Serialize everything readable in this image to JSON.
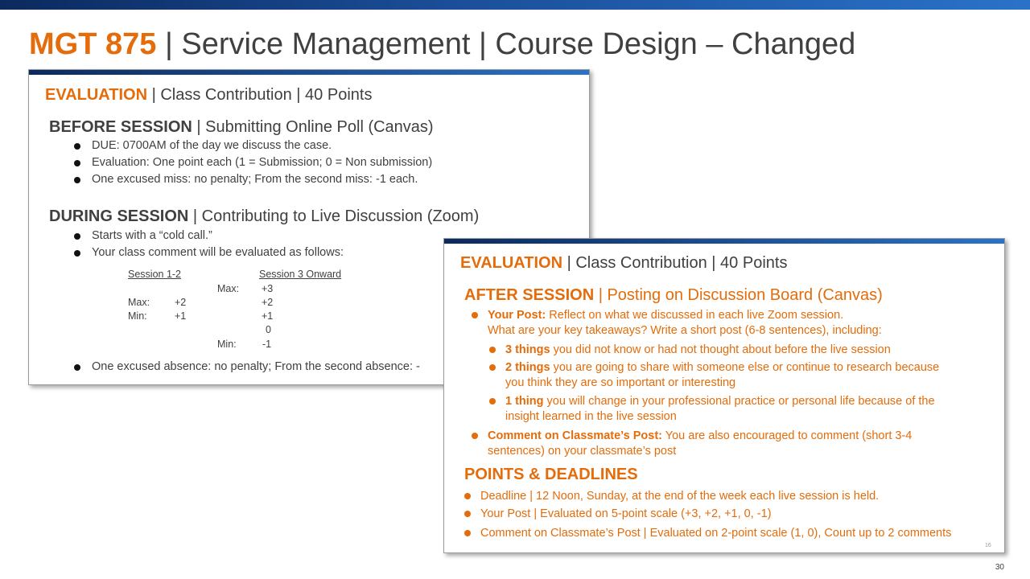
{
  "page": {
    "title_code": "MGT 875",
    "title_rest": " | Service Management | Course Design – Changed",
    "page_number": "30"
  },
  "slide_a": {
    "eval_label": "EVALUATION",
    "eval_rest": " | Class Contribution | 40 Points",
    "before_label": "BEFORE SESSION",
    "before_rest": " | Submitting Online Poll (Canvas)",
    "before_bullets": [
      "DUE: 0700AM of the day we discuss the case.",
      "Evaluation: One point each (1 = Submission; 0 = Non submission)",
      "One excused miss: no penalty; From the second miss: -1 each."
    ],
    "during_label": "DURING SESSION",
    "during_rest": " | Contributing to Live Discussion (Zoom)",
    "during_bullets": [
      "Starts with a “cold call.”",
      "Your class comment will be evaluated as follows:"
    ],
    "table": {
      "col1_header": "Session 1-2",
      "col2_header": "Session 3 Onward",
      "max_label": "Max:",
      "min_label": "Min:",
      "c1_max": "+2",
      "c1_min": "+1",
      "c2_values": [
        "+3",
        "+2",
        "+1",
        "0",
        "-1"
      ]
    },
    "last_bullet": "One excused absence: no penalty; From the second absence: -"
  },
  "slide_b": {
    "eval_label": "EVALUATION",
    "eval_rest": " | Class Contribution | 40 Points",
    "after_label": "AFTER SESSION",
    "after_rest": " | Posting on Discussion Board (Canvas)",
    "your_post_label": "Your Post:",
    "your_post_line1": " Reflect on what we discussed in each live Zoom session.",
    "your_post_line2": "What are your key takeaways? Write a short post (6-8 sentences), including:",
    "sub1_bold": "3 things",
    "sub1_rest": " you did not know or had not thought about before the live session",
    "sub2_bold": "2 things",
    "sub2_rest": " you are going to share with someone else or continue to research because",
    "sub2_line2": "you think they are so important or interesting",
    "sub3_bold": "1 thing",
    "sub3_rest": " you will change in your professional practice or personal life because of the",
    "sub3_line2": "insight learned in the live session",
    "comment_label": "Comment on Classmate’s Post:",
    "comment_rest": " You are also encouraged to comment (short 3-4",
    "comment_line2": "sentences) on your classmate’s post",
    "points_head": "POINTS & DEADLINES",
    "points_bullets": [
      "Deadline | 12 Noon, Sunday, at the end of the week each live session is held.",
      "Your Post | Evaluated on 5-point scale (+3, +2, +1, 0, -1)",
      "Comment on Classmate’s Post | Evaluated on 2-point scale (1, 0), Count up to 2 comments"
    ],
    "corner_mark": "16"
  }
}
